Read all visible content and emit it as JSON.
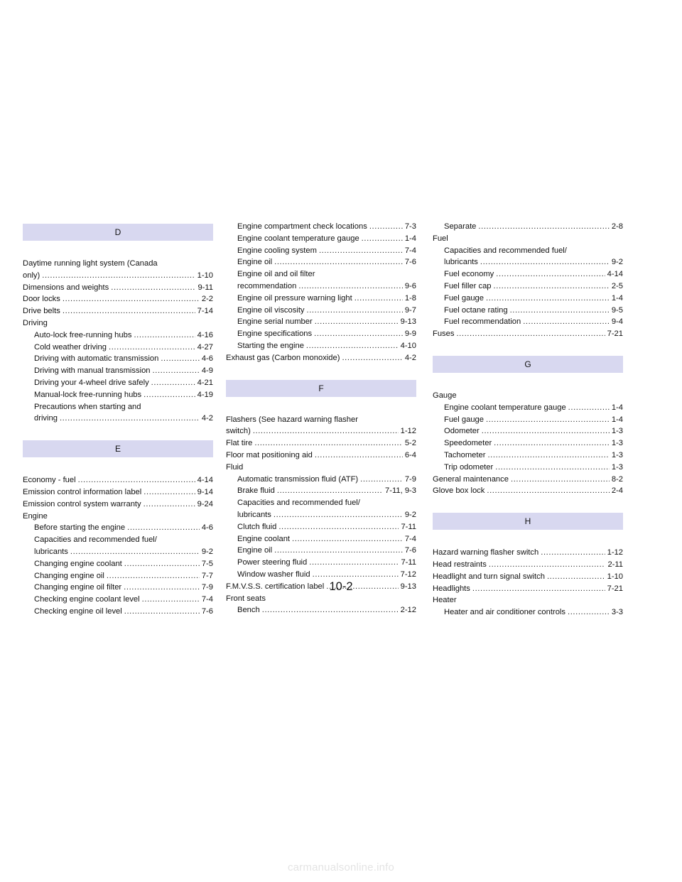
{
  "page_number": "10-2",
  "watermark": "carmanualsonline.info",
  "columns": [
    [
      {
        "type": "space",
        "h": 4
      },
      {
        "type": "header",
        "text": "D"
      },
      {
        "type": "space",
        "h": 24
      },
      {
        "type": "entry",
        "lines": [
          "Daytime running light system (Canada",
          "only)"
        ],
        "page": "1-10"
      },
      {
        "type": "entry",
        "text": "Dimensions and weights",
        "page": "9-11"
      },
      {
        "type": "entry",
        "text": "Door locks",
        "page": "2-2"
      },
      {
        "type": "entry",
        "text": "Drive belts",
        "page": "7-14"
      },
      {
        "type": "entry",
        "text": "Driving"
      },
      {
        "type": "entry",
        "sub": true,
        "text": "Auto-lock free-running hubs",
        "page": "4-16"
      },
      {
        "type": "entry",
        "sub": true,
        "text": "Cold weather driving",
        "page": "4-27"
      },
      {
        "type": "entry",
        "sub": true,
        "text": "Driving with automatic transmission",
        "page": "4-6"
      },
      {
        "type": "entry",
        "sub": true,
        "text": "Driving with manual transmission",
        "page": "4-9"
      },
      {
        "type": "entry",
        "sub": true,
        "text": "Driving your 4-wheel drive safely",
        "page": "4-21"
      },
      {
        "type": "entry",
        "sub": true,
        "text": "Manual-lock free-running hubs",
        "page": "4-19"
      },
      {
        "type": "entry",
        "sub": true,
        "lines": [
          "Precautions when starting and",
          "driving"
        ],
        "page": "4-2"
      },
      {
        "type": "space",
        "h": 22
      },
      {
        "type": "header",
        "text": "E"
      },
      {
        "type": "space",
        "h": 24
      },
      {
        "type": "entry",
        "text": "Economy - fuel",
        "page": "4-14"
      },
      {
        "type": "entry",
        "text": "Emission control information label",
        "page": "9-14"
      },
      {
        "type": "entry",
        "text": "Emission control system warranty",
        "page": "9-24"
      },
      {
        "type": "entry",
        "text": "Engine"
      },
      {
        "type": "entry",
        "sub": true,
        "text": "Before starting the engine",
        "page": "4-6"
      },
      {
        "type": "entry",
        "sub": true,
        "lines": [
          "Capacities and recommended fuel/",
          "lubricants"
        ],
        "page": "9-2"
      },
      {
        "type": "entry",
        "sub": true,
        "text": "Changing engine coolant",
        "page": "7-5"
      },
      {
        "type": "entry",
        "sub": true,
        "text": "Changing engine oil",
        "page": "7-7"
      },
      {
        "type": "entry",
        "sub": true,
        "text": "Changing engine oil filter",
        "page": "7-9"
      },
      {
        "type": "entry",
        "sub": true,
        "text": "Checking engine coolant level",
        "page": "7-4"
      },
      {
        "type": "entry",
        "sub": true,
        "text": "Checking engine oil level",
        "page": "7-6"
      }
    ],
    [
      {
        "type": "entry",
        "sub": true,
        "text": "Engine compartment check locations",
        "page": "7-3"
      },
      {
        "type": "entry",
        "sub": true,
        "text": "Engine coolant temperature gauge",
        "page": "1-4"
      },
      {
        "type": "entry",
        "sub": true,
        "text": "Engine cooling system",
        "page": "7-4"
      },
      {
        "type": "entry",
        "sub": true,
        "text": "Engine oil",
        "page": "7-6"
      },
      {
        "type": "entry",
        "sub": true,
        "lines": [
          "Engine oil and oil filter",
          "recommendation"
        ],
        "page": "9-6"
      },
      {
        "type": "entry",
        "sub": true,
        "text": "Engine oil pressure warning light",
        "page": "1-8"
      },
      {
        "type": "entry",
        "sub": true,
        "text": "Engine oil viscosity",
        "page": "9-7"
      },
      {
        "type": "entry",
        "sub": true,
        "text": "Engine serial number",
        "page": "9-13"
      },
      {
        "type": "entry",
        "sub": true,
        "text": "Engine specifications",
        "page": "9-9"
      },
      {
        "type": "entry",
        "sub": true,
        "text": "Starting the engine",
        "page": "4-10"
      },
      {
        "type": "entry",
        "text": "Exhaust gas (Carbon monoxide)",
        "page": "4-2"
      },
      {
        "type": "space",
        "h": 22
      },
      {
        "type": "header",
        "text": "F"
      },
      {
        "type": "space",
        "h": 24
      },
      {
        "type": "entry",
        "lines": [
          "Flashers (See hazard warning flasher",
          "switch)"
        ],
        "page": "1-12"
      },
      {
        "type": "entry",
        "text": "Flat tire",
        "page": "5-2"
      },
      {
        "type": "entry",
        "text": "Floor mat positioning aid",
        "page": "6-4"
      },
      {
        "type": "entry",
        "text": "Fluid"
      },
      {
        "type": "entry",
        "sub": true,
        "text": "Automatic transmission fluid (ATF)",
        "page": "7-9"
      },
      {
        "type": "entry",
        "sub": true,
        "text": "Brake fluid",
        "page": "7-11, 9-3"
      },
      {
        "type": "entry",
        "sub": true,
        "lines": [
          "Capacities and recommended fuel/",
          "lubricants"
        ],
        "page": "9-2"
      },
      {
        "type": "entry",
        "sub": true,
        "text": "Clutch fluid",
        "page": "7-11"
      },
      {
        "type": "entry",
        "sub": true,
        "text": "Engine coolant",
        "page": "7-4"
      },
      {
        "type": "entry",
        "sub": true,
        "text": "Engine oil",
        "page": "7-6"
      },
      {
        "type": "entry",
        "sub": true,
        "text": "Power steering fluid",
        "page": "7-11"
      },
      {
        "type": "entry",
        "sub": true,
        "text": "Window washer fluid",
        "page": "7-12"
      },
      {
        "type": "entry",
        "text": "F.M.V.S.S. certification label",
        "page": "9-13"
      },
      {
        "type": "entry",
        "text": "Front seats"
      },
      {
        "type": "entry",
        "sub": true,
        "text": "Bench",
        "page": "2-12"
      }
    ],
    [
      {
        "type": "entry",
        "sub": true,
        "text": "Separate",
        "page": "2-8"
      },
      {
        "type": "entry",
        "text": "Fuel"
      },
      {
        "type": "entry",
        "sub": true,
        "lines": [
          "Capacities and recommended fuel/",
          "lubricants"
        ],
        "page": "9-2"
      },
      {
        "type": "entry",
        "sub": true,
        "text": "Fuel economy",
        "page": "4-14"
      },
      {
        "type": "entry",
        "sub": true,
        "text": "Fuel filler cap",
        "page": "2-5"
      },
      {
        "type": "entry",
        "sub": true,
        "text": "Fuel gauge",
        "page": "1-4"
      },
      {
        "type": "entry",
        "sub": true,
        "text": "Fuel octane rating",
        "page": "9-5"
      },
      {
        "type": "entry",
        "sub": true,
        "text": "Fuel recommendation",
        "page": "9-4"
      },
      {
        "type": "entry",
        "text": "Fuses",
        "page": "7-21"
      },
      {
        "type": "space",
        "h": 22
      },
      {
        "type": "header",
        "text": "G"
      },
      {
        "type": "space",
        "h": 24
      },
      {
        "type": "entry",
        "text": "Gauge"
      },
      {
        "type": "entry",
        "sub": true,
        "text": "Engine coolant temperature gauge",
        "page": "1-4"
      },
      {
        "type": "entry",
        "sub": true,
        "text": "Fuel gauge",
        "page": "1-4"
      },
      {
        "type": "entry",
        "sub": true,
        "text": "Odometer",
        "page": "1-3"
      },
      {
        "type": "entry",
        "sub": true,
        "text": "Speedometer",
        "page": "1-3"
      },
      {
        "type": "entry",
        "sub": true,
        "text": "Tachometer",
        "page": "1-3"
      },
      {
        "type": "entry",
        "sub": true,
        "text": "Trip odometer",
        "page": "1-3"
      },
      {
        "type": "entry",
        "text": "General maintenance",
        "page": "8-2"
      },
      {
        "type": "entry",
        "text": "Glove box lock",
        "page": "2-4"
      },
      {
        "type": "space",
        "h": 22
      },
      {
        "type": "header",
        "text": "H"
      },
      {
        "type": "space",
        "h": 24
      },
      {
        "type": "entry",
        "text": "Hazard warning flasher switch",
        "page": "1-12"
      },
      {
        "type": "entry",
        "text": "Head restraints",
        "page": "2-11"
      },
      {
        "type": "entry",
        "text": "Headlight and turn signal switch",
        "page": "1-10"
      },
      {
        "type": "entry",
        "text": "Headlights",
        "page": "7-21"
      },
      {
        "type": "entry",
        "text": "Heater"
      },
      {
        "type": "entry",
        "sub": true,
        "text": "Heater and air conditioner controls",
        "page": "3-3"
      }
    ]
  ]
}
